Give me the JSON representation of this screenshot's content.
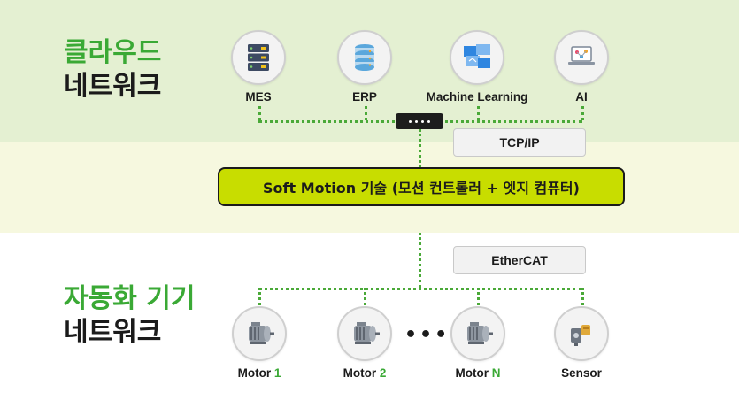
{
  "cloud": {
    "title_line1": "클라우드",
    "title_line2": "네트워크"
  },
  "cloud_nodes": [
    {
      "label": "MES",
      "icon": "server-rack-icon"
    },
    {
      "label": "ERP",
      "icon": "database-icon"
    },
    {
      "label": "Machine Learning",
      "icon": "monitor-windows-icon"
    },
    {
      "label": "AI",
      "icon": "laptop-ai-icon"
    }
  ],
  "protocols": {
    "upper": "TCP/IP",
    "lower": "EtherCAT"
  },
  "softmotion": {
    "label": "Soft Motion 기술 (모션 컨트롤러 + 엣지 컴퓨터)"
  },
  "automation": {
    "title_line1": "자동화 기기",
    "title_line2": "네트워크"
  },
  "devices": [
    {
      "label": "Motor",
      "num": "1",
      "icon": "motor-icon"
    },
    {
      "label": "Motor",
      "num": "2",
      "icon": "motor-icon"
    },
    {
      "label": "Motor",
      "num": "N",
      "icon": "motor-icon"
    },
    {
      "label": "Sensor",
      "num": "",
      "icon": "sensor-icon"
    }
  ],
  "ellipsis": "•••",
  "colors": {
    "accent_green": "#3aa935",
    "highlight": "#c8dd00",
    "cloud_band": "#e4f0d2",
    "mid_band": "#f6f8df"
  }
}
